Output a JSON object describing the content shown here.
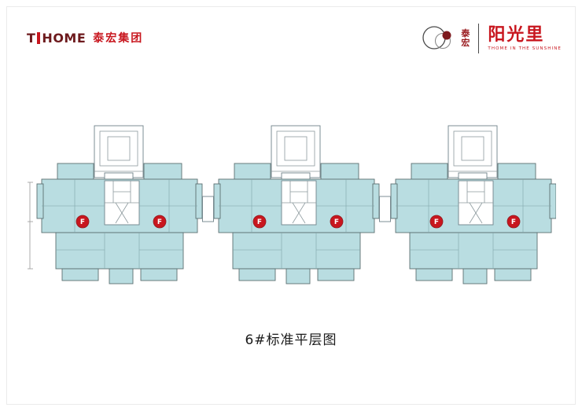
{
  "header": {
    "left_logo": {
      "brand_t": "T",
      "brand_home": "HOME",
      "company": "泰宏集团"
    },
    "right_logo": {
      "brand_char_1": "泰",
      "brand_char_2": "宏",
      "name": "阳光里",
      "tagline": "THOME IN THE SUNSHINE"
    }
  },
  "plan": {
    "units": [
      {
        "id": "unit-1",
        "badges": [
          "F",
          "F"
        ]
      },
      {
        "id": "unit-2",
        "badges": [
          "F",
          "F"
        ]
      },
      {
        "id": "unit-3",
        "badges": [
          "F",
          "F"
        ]
      }
    ]
  },
  "caption": "6#标准平层图",
  "colors": {
    "accent-red": "#c8161e",
    "brand-maroon": "#6d1a1d",
    "plan-teal": "#b9dde1",
    "plan-wall": "#5c6f72"
  }
}
